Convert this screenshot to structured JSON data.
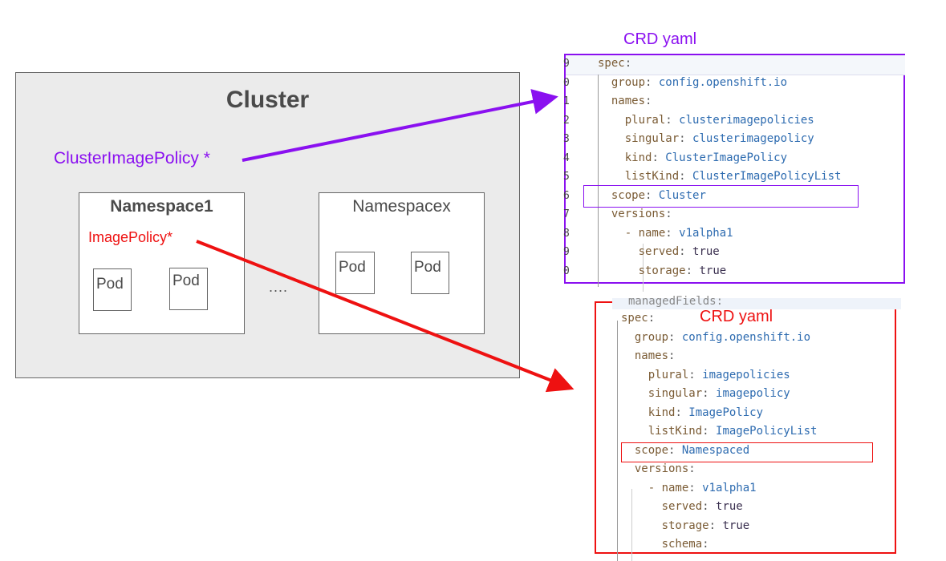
{
  "diagram": {
    "cluster": {
      "title": "Cluster",
      "cluster_policy_label": "ClusterImagePolicy *",
      "namespaces": [
        {
          "title": "Namespace1",
          "policy_label": "ImagePolicy*",
          "pods": [
            "Pod",
            "Pod"
          ]
        },
        {
          "title": "Namespacex",
          "pods": [
            "Pod",
            "Pod"
          ]
        }
      ],
      "ellipsis": "...."
    },
    "crd_cluster": {
      "title": "CRD yaml",
      "accent_color": "#8a10f0",
      "line_numbers": [
        "9",
        "0",
        "1",
        "2",
        "3",
        "4",
        "5",
        "6",
        "7",
        "8",
        "9",
        "0"
      ],
      "lines": [
        {
          "indent": 0,
          "key": "spec",
          "value": ""
        },
        {
          "indent": 1,
          "key": "group",
          "value": "config.openshift.io"
        },
        {
          "indent": 1,
          "key": "names",
          "value": ""
        },
        {
          "indent": 2,
          "key": "plural",
          "value": "clusterimagepolicies"
        },
        {
          "indent": 2,
          "key": "singular",
          "value": "clusterimagepolicy"
        },
        {
          "indent": 2,
          "key": "kind",
          "value": "ClusterImagePolicy"
        },
        {
          "indent": 2,
          "key": "listKind",
          "value": "ClusterImagePolicyList"
        },
        {
          "indent": 1,
          "key": "scope",
          "value": "Cluster",
          "highlight": true
        },
        {
          "indent": 1,
          "key": "versions",
          "value": ""
        },
        {
          "indent": 2,
          "key": "- name",
          "value": "v1alpha1"
        },
        {
          "indent": 3,
          "key": "served",
          "value": "true"
        },
        {
          "indent": 3,
          "key": "storage",
          "value": "true"
        }
      ]
    },
    "crd_namespaced": {
      "title": "CRD yaml",
      "accent_color": "#ee1111",
      "top_partial_line": "managedFields:",
      "lines": [
        {
          "indent": 0,
          "key": "spec",
          "value": ""
        },
        {
          "indent": 1,
          "key": "group",
          "value": "config.openshift.io"
        },
        {
          "indent": 1,
          "key": "names",
          "value": ""
        },
        {
          "indent": 2,
          "key": "plural",
          "value": "imagepolicies"
        },
        {
          "indent": 2,
          "key": "singular",
          "value": "imagepolicy"
        },
        {
          "indent": 2,
          "key": "kind",
          "value": "ImagePolicy"
        },
        {
          "indent": 2,
          "key": "listKind",
          "value": "ImagePolicyList"
        },
        {
          "indent": 1,
          "key": "scope",
          "value": "Namespaced",
          "highlight": true
        },
        {
          "indent": 1,
          "key": "versions",
          "value": ""
        },
        {
          "indent": 2,
          "key": "- name",
          "value": "v1alpha1"
        },
        {
          "indent": 3,
          "key": "served",
          "value": "true"
        },
        {
          "indent": 3,
          "key": "storage",
          "value": "true"
        },
        {
          "indent": 3,
          "key": "schema",
          "value": ""
        }
      ]
    }
  }
}
